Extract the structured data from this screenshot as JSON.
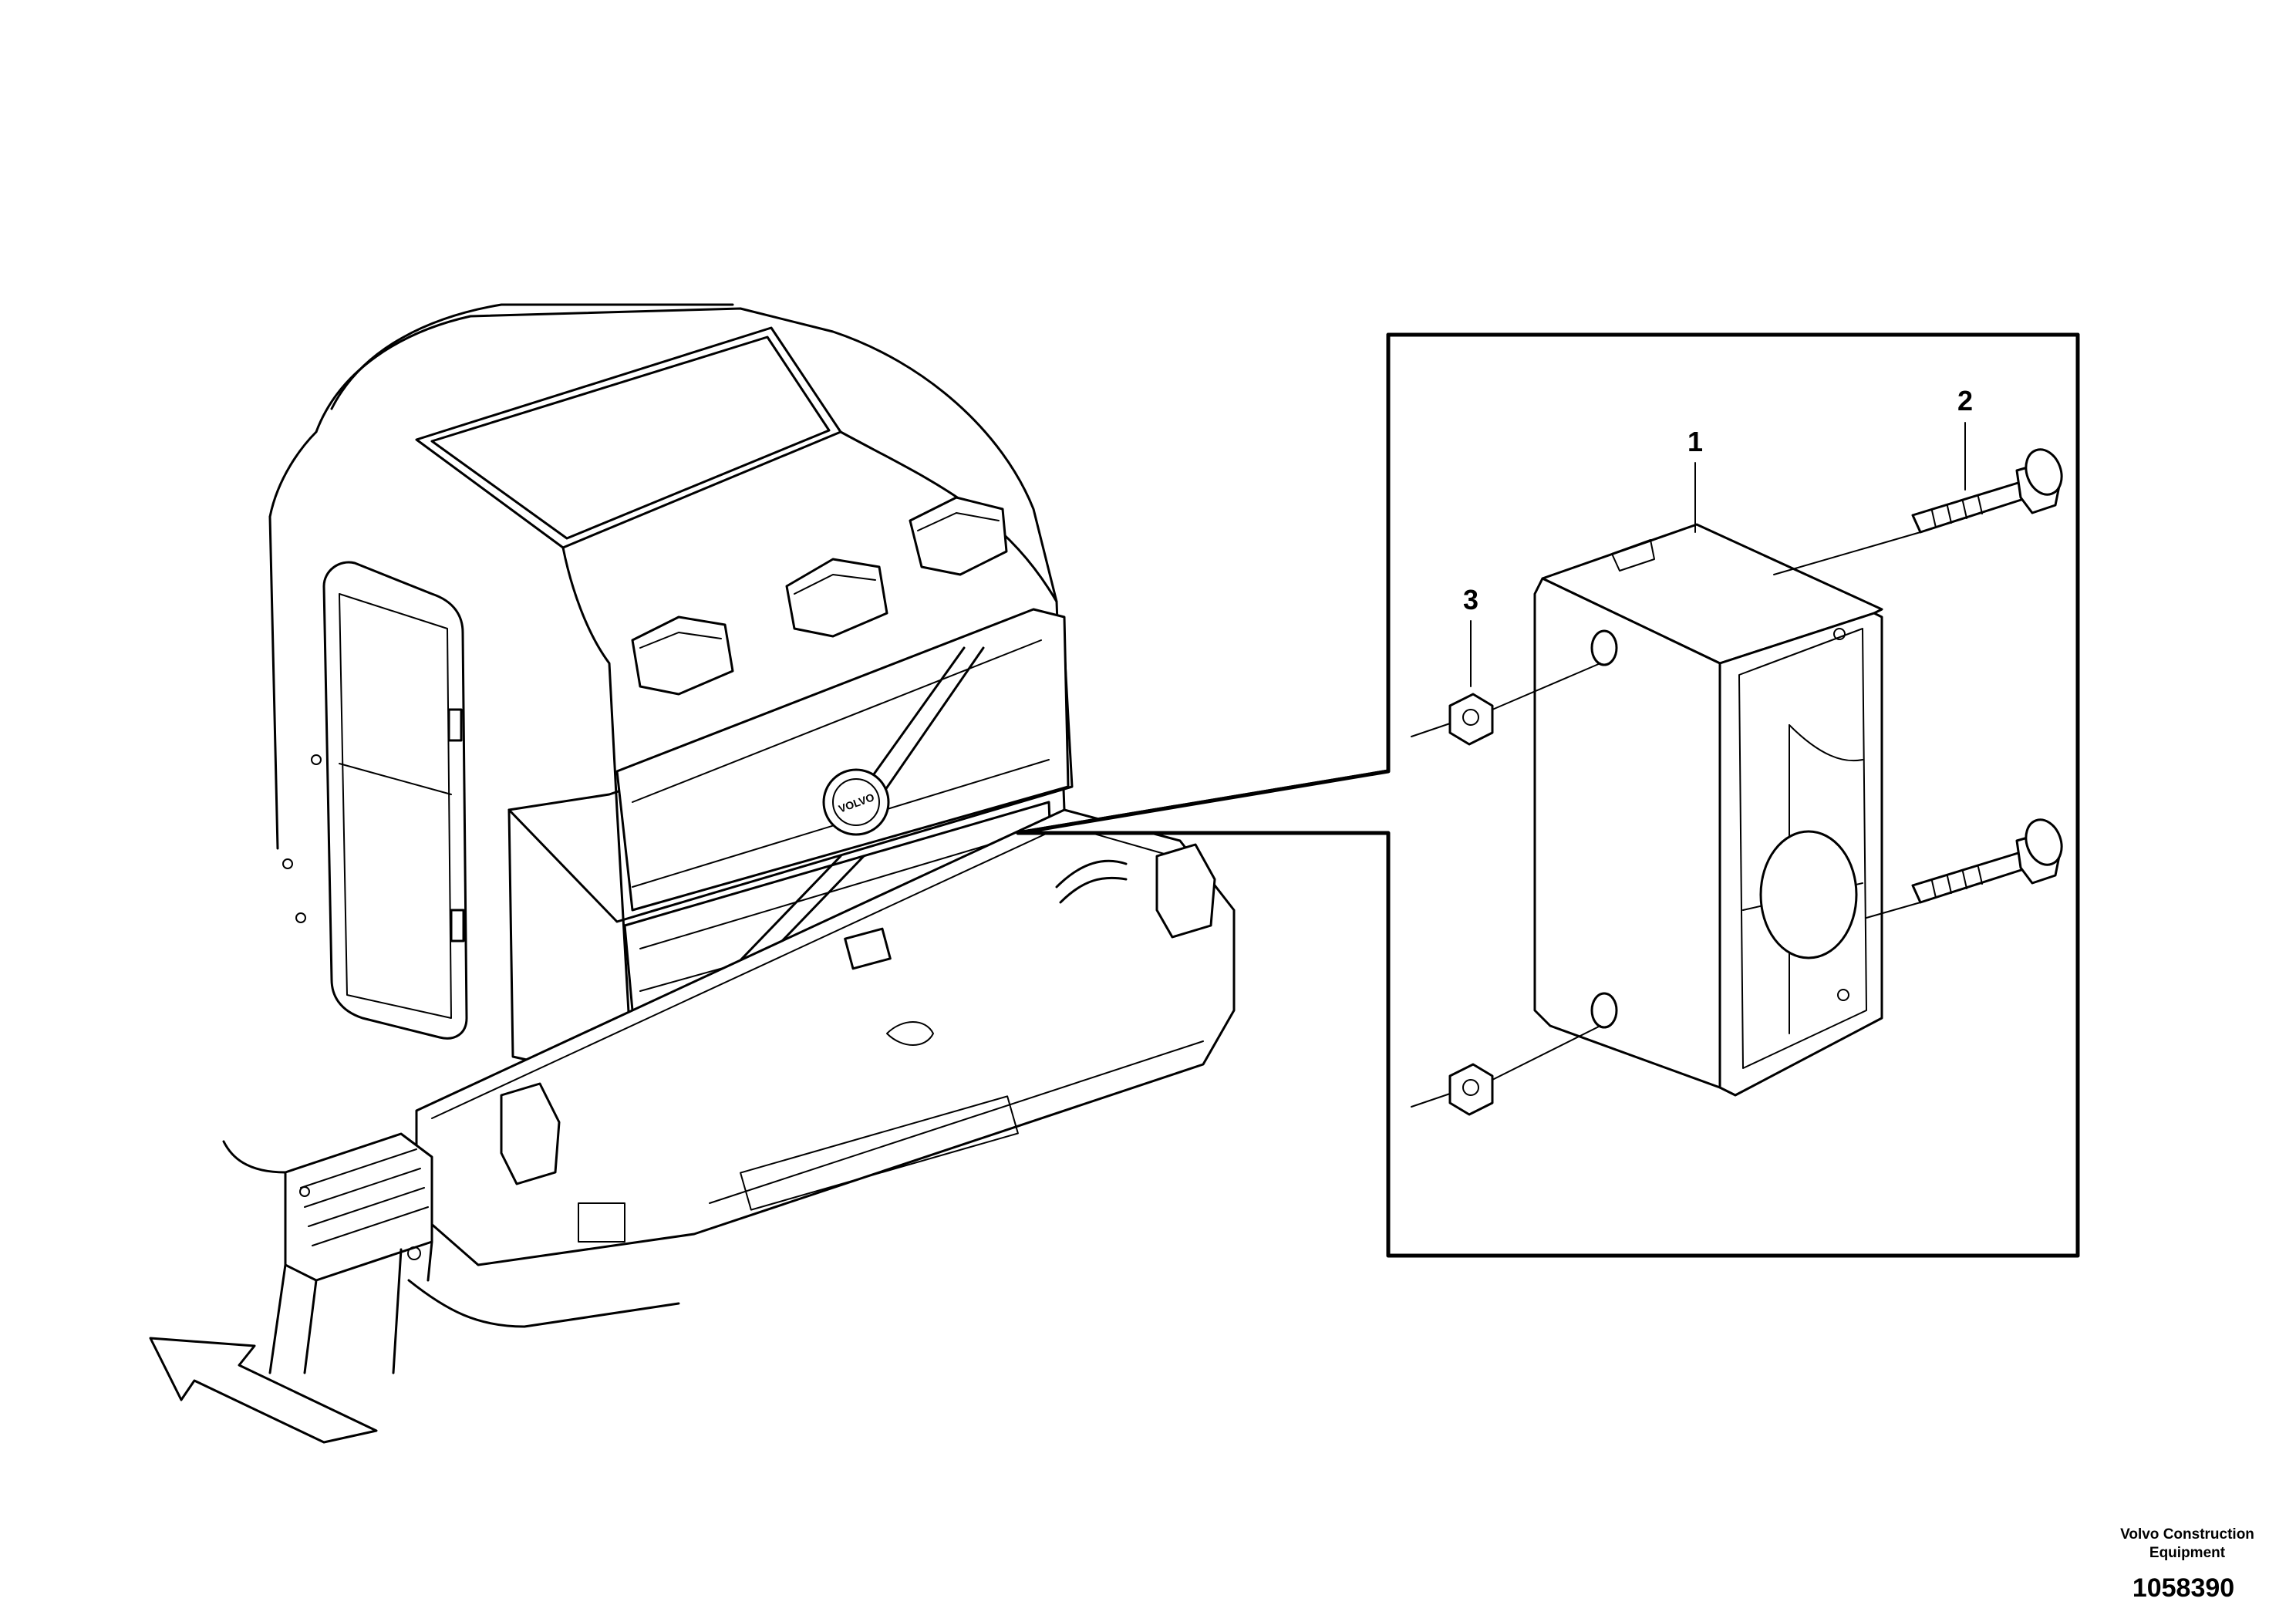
{
  "callouts": {
    "part_1": "1",
    "part_2": "2",
    "part_3": "3"
  },
  "footer": {
    "company_line1": "Volvo Construction",
    "company_line2": "Equipment",
    "document_number": "1058390"
  },
  "brand_badge": "VOLVO"
}
